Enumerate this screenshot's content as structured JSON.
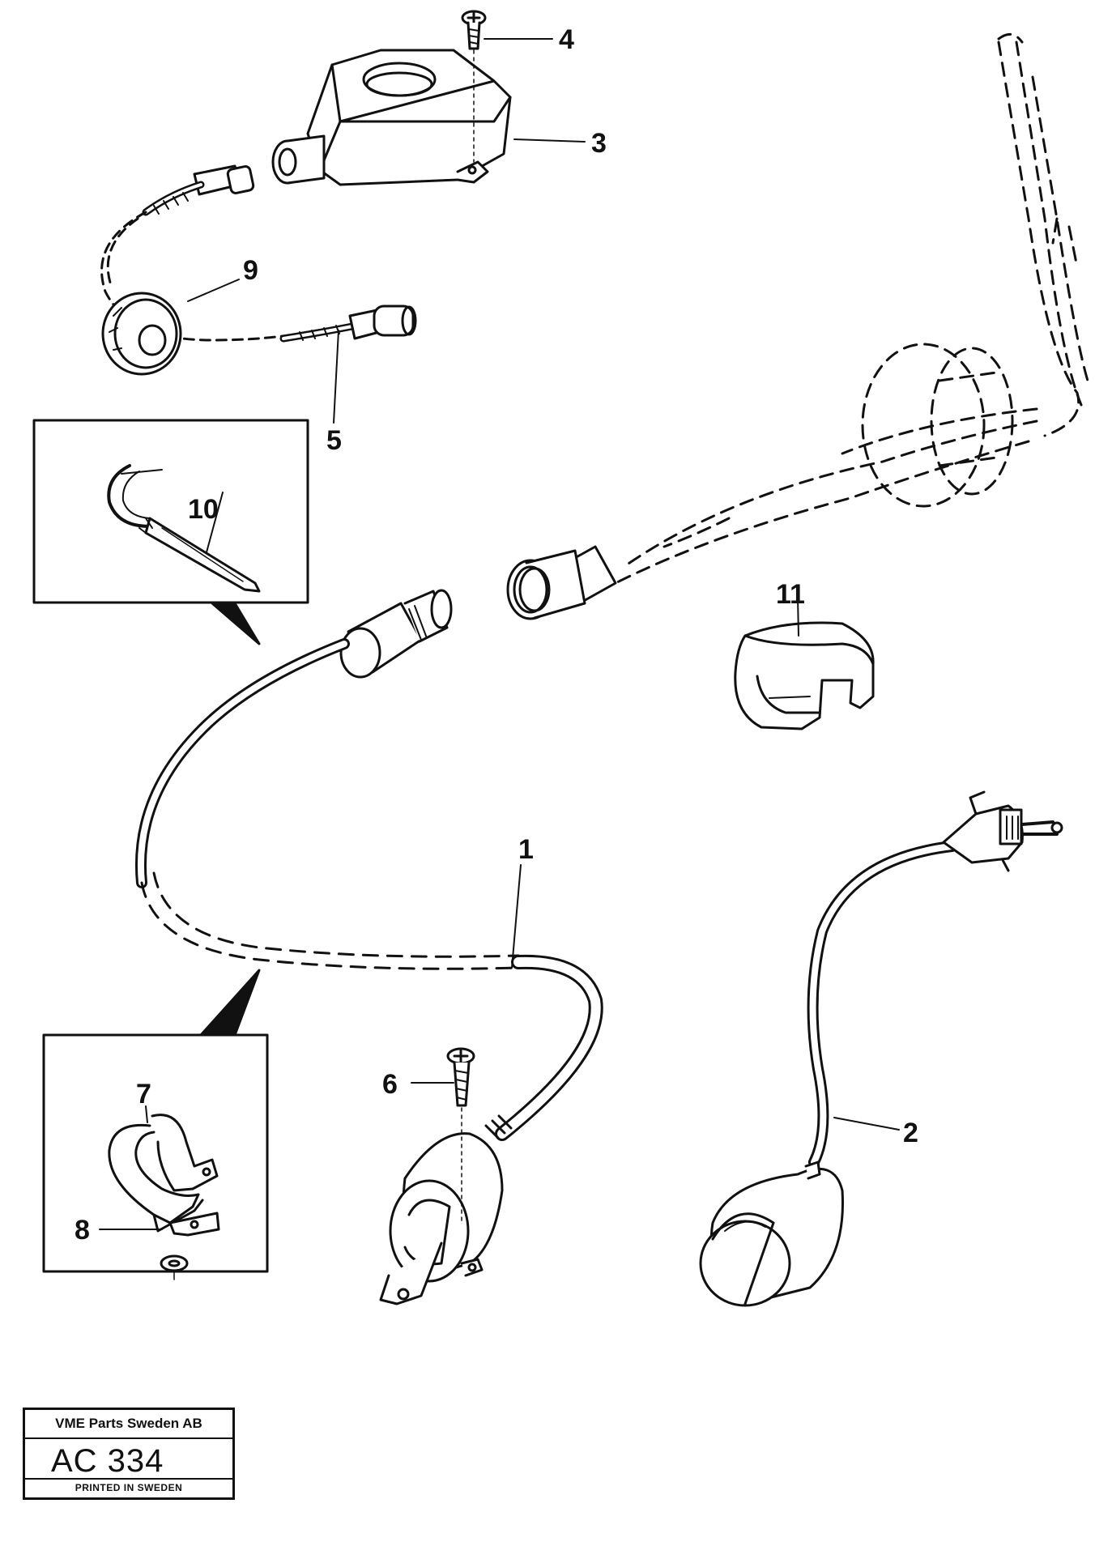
{
  "callouts": {
    "c1": "1",
    "c2": "2",
    "c3": "3",
    "c4": "4",
    "c5": "5",
    "c6": "6",
    "c7": "7",
    "c8": "8",
    "c9": "9",
    "c10": "10",
    "c11": "11"
  },
  "stamp": {
    "company": "VME Parts Sweden AB",
    "code": "AC 334",
    "printed": "PRINTED IN SWEDEN"
  }
}
